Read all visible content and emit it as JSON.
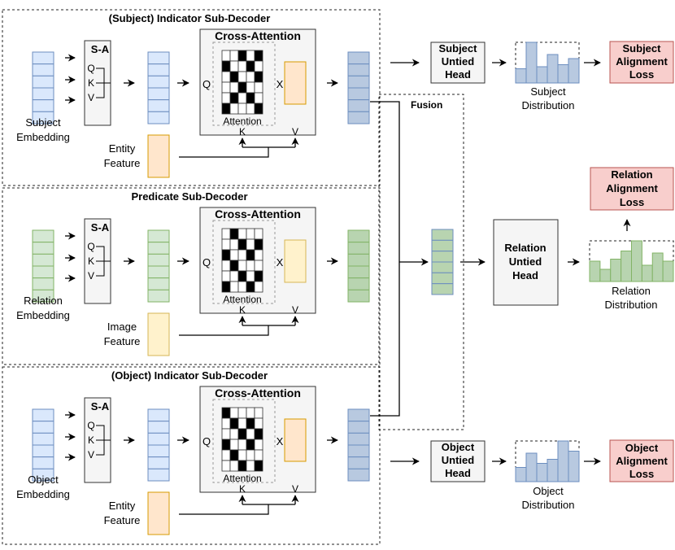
{
  "colors": {
    "blue_fill": "#dae8fc",
    "blue_stroke": "#6c8ebf",
    "green_fill": "#d5e8d4",
    "green_stroke": "#82b366",
    "orange_fill": "#ffe6cc",
    "orange_stroke": "#d79b00",
    "yellow_fill": "#fff2cc",
    "yellow_stroke": "#d6b656",
    "dark_blue_fill": "#b8c9e0",
    "dark_green_fill": "#b8d4b0",
    "gray_fill": "#f5f5f5",
    "gray_stroke": "#666666",
    "red_fill": "#f8cecc",
    "red_stroke": "#b85450"
  },
  "decoders": [
    {
      "title": "(Subject) Indicator Sub-Decoder",
      "input_label": [
        "Subject",
        "Embedding"
      ],
      "feature_label": [
        "Entity",
        "Feature"
      ],
      "sa_label": "S-A",
      "cross_label": "Cross-Attention",
      "attention_label": "Attention",
      "q": "Q",
      "k": "K",
      "v": "V",
      "x": "X",
      "kv_k": "K",
      "kv_v": "V",
      "attention_pattern": [
        [
          0,
          0,
          1,
          0,
          1
        ],
        [
          1,
          0,
          0,
          1,
          0
        ],
        [
          0,
          1,
          0,
          0,
          1
        ],
        [
          0,
          0,
          1,
          0,
          0
        ],
        [
          0,
          1,
          0,
          1,
          0
        ],
        [
          1,
          0,
          0,
          0,
          1
        ]
      ]
    },
    {
      "title": "Predicate Sub-Decoder",
      "input_label": [
        "Relation",
        "Embedding"
      ],
      "feature_label": [
        "Image",
        "Feature"
      ],
      "sa_label": "S-A",
      "cross_label": "Cross-Attention",
      "attention_label": "Attention",
      "q": "Q",
      "k": "K",
      "v": "V",
      "x": "X",
      "kv_k": "K",
      "kv_v": "V",
      "attention_pattern": [
        [
          0,
          1,
          0,
          0,
          0
        ],
        [
          0,
          0,
          1,
          0,
          1
        ],
        [
          1,
          0,
          0,
          1,
          0
        ],
        [
          0,
          1,
          0,
          0,
          0
        ],
        [
          0,
          0,
          1,
          0,
          1
        ],
        [
          1,
          0,
          0,
          1,
          0
        ]
      ]
    },
    {
      "title": "(Object) Indicator Sub-Decoder",
      "input_label": [
        "Object",
        "Embedding"
      ],
      "feature_label": [
        "Entity",
        "Feature"
      ],
      "sa_label": "S-A",
      "cross_label": "Cross-Attention",
      "attention_label": "Attention",
      "q": "Q",
      "k": "K",
      "v": "V",
      "x": "X",
      "kv_k": "K",
      "kv_v": "V",
      "attention_pattern": [
        [
          1,
          0,
          0,
          0,
          0
        ],
        [
          0,
          1,
          0,
          1,
          0
        ],
        [
          0,
          0,
          1,
          0,
          1
        ],
        [
          1,
          0,
          0,
          1,
          0
        ],
        [
          0,
          1,
          0,
          0,
          0
        ],
        [
          0,
          0,
          1,
          0,
          1
        ]
      ]
    }
  ],
  "fusion_label": "Fusion",
  "heads": {
    "subject": [
      "Subject",
      "Untied",
      "Head"
    ],
    "relation": [
      "Relation",
      "Untied",
      "Head"
    ],
    "object": [
      "Object",
      "Untied",
      "Head"
    ]
  },
  "distributions": {
    "subject": {
      "label": [
        "Subject",
        "Distribution"
      ],
      "bars": [
        0.35,
        1.0,
        0.4,
        0.7,
        0.45,
        0.6
      ]
    },
    "relation": {
      "label": [
        "Relation",
        "Distribution"
      ],
      "bars": [
        0.5,
        0.3,
        0.55,
        0.75,
        1.0,
        0.4,
        0.7,
        0.5
      ]
    },
    "object": {
      "label": [
        "Object",
        "Distribution"
      ],
      "bars": [
        0.35,
        0.7,
        0.45,
        0.55,
        1.0,
        0.75
      ]
    }
  },
  "losses": {
    "subject": [
      "Subject",
      "Alignment",
      "Loss"
    ],
    "relation": [
      "Relation",
      "Alignment",
      "Loss"
    ],
    "object": [
      "Object",
      "Alignment",
      "Loss"
    ]
  }
}
